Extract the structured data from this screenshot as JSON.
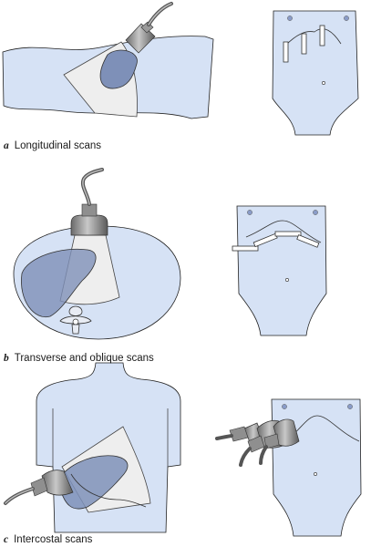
{
  "colors": {
    "skin": "#d6e2f5",
    "organ": "#7e90b8",
    "probe_beam": "#eeeeee",
    "probe_dark": "#555555",
    "probe_light": "#9a9a9a",
    "outline": "#222222"
  },
  "panels": [
    {
      "id": "a",
      "letter": "a",
      "caption": "Longitudinal scans"
    },
    {
      "id": "b",
      "letter": "b",
      "caption": "Transverse and oblique scans"
    },
    {
      "id": "c",
      "letter": "c",
      "caption": "Intercostal scans"
    }
  ]
}
